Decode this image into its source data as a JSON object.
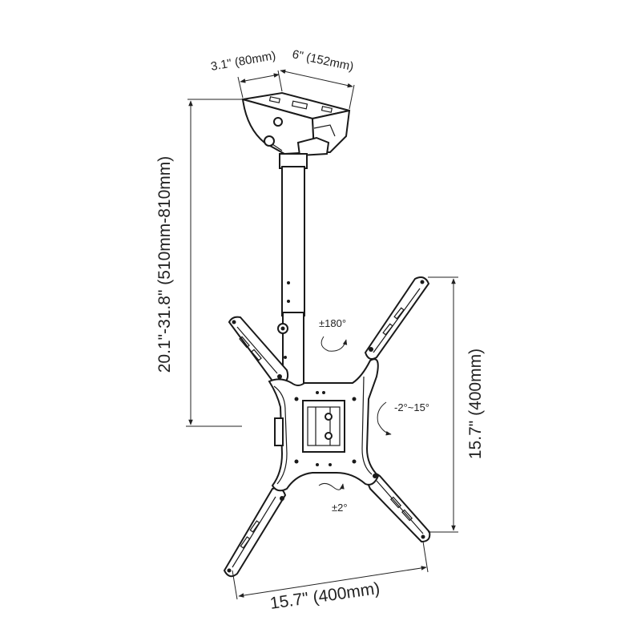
{
  "dimensions": {
    "plate_depth": "3.1\" (80mm)",
    "plate_width": "6\" (152mm)",
    "pole_height": "20.1\"-31.8\" (510mm-810mm)",
    "vesa_vertical": "15.7\" (400mm)",
    "vesa_horizontal": "15.7\" (400mm)"
  },
  "angles": {
    "swivel": "±180°",
    "tilt": "-2°~15°",
    "level": "±2°"
  },
  "colors": {
    "line": "#222222",
    "fill": "#ffffff"
  }
}
